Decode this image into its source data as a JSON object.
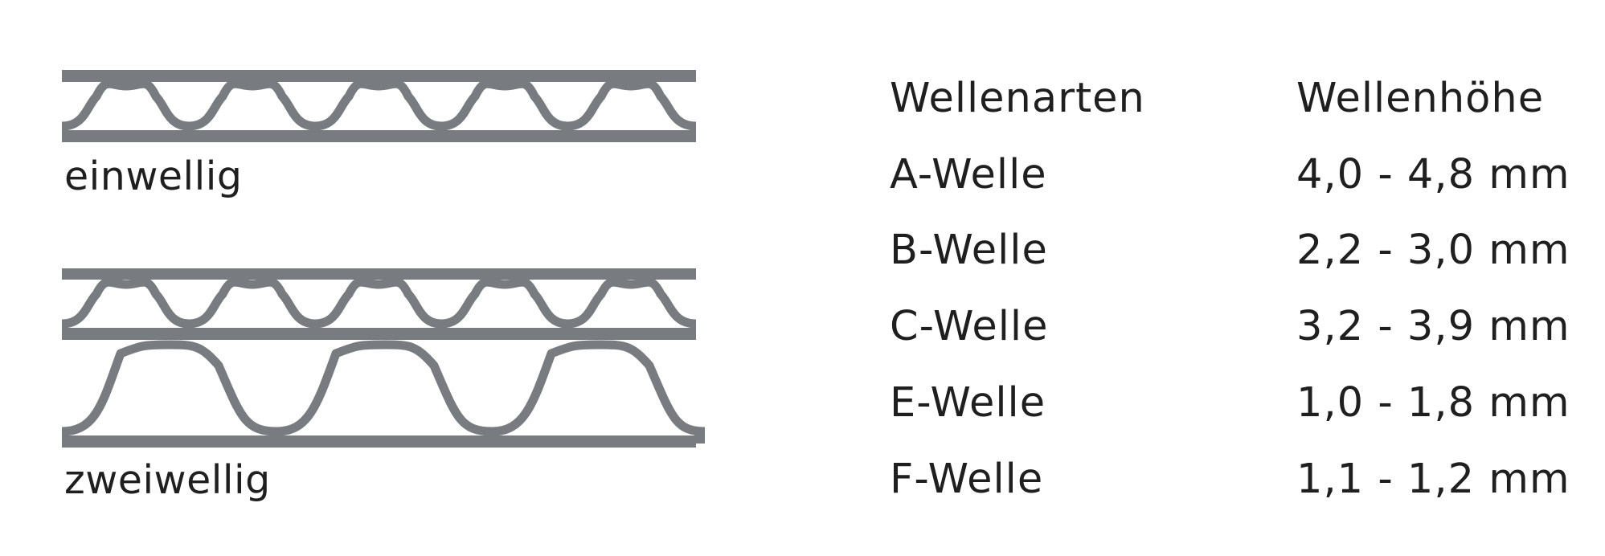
{
  "colors": {
    "board_gray": "#787c80",
    "text": "#1f1f1f",
    "background": "#ffffff"
  },
  "diagrams": {
    "single_wall": {
      "label": "einwellig",
      "liners": 2,
      "flute_layers": 1
    },
    "double_wall": {
      "label": "zweiwellig",
      "liners": 3,
      "flute_layers": 2
    }
  },
  "table": {
    "headers": {
      "type": "Wellenarten",
      "height": "Wellenhöhe"
    },
    "rows": [
      {
        "type": "A-Welle",
        "height": "4,0 - 4,8 mm"
      },
      {
        "type": "B-Welle",
        "height": "2,2 - 3,0 mm"
      },
      {
        "type": "C-Welle",
        "height": "3,2 - 3,9 mm"
      },
      {
        "type": "E-Welle",
        "height": "1,0 - 1,8 mm"
      },
      {
        "type": "F-Welle",
        "height": "1,1 - 1,2 mm"
      }
    ]
  }
}
